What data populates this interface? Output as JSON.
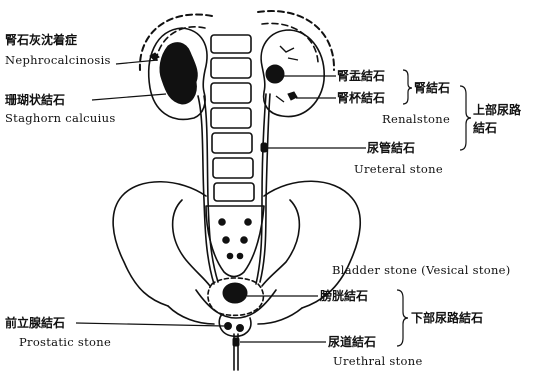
{
  "labels": {
    "nephrocalcinosis_cn": "腎石灰沈着症",
    "nephrocalcinosis_en": "Nephrocalcinosis",
    "staghorn_cn": "珊瑚状結石",
    "staghorn_en": "Staghorn calcuius",
    "pelvis_stone_cn": "腎盂結石",
    "calyx_stone_cn": "腎杯結石",
    "renal_stone_cn": "腎結石",
    "renal_stone_en": "Renalstone",
    "upper_tract_cn_1": "上部尿路",
    "upper_tract_cn_2": "結石",
    "ureteral_stone_cn": "尿管結石",
    "ureteral_stone_en": "Ureteral stone",
    "bladder_stone_en": "Bladder stone (Vesical stone)",
    "bladder_stone_cn": "膀胱結石",
    "lower_tract_cn": "下部尿路結石",
    "urethral_stone_cn": "尿道結石",
    "urethral_stone_en": "Urethral stone",
    "prostatic_stone_cn": "前立腺結石",
    "prostatic_stone_en": "Prostatic stone"
  },
  "colors": {
    "ink": "#111111",
    "background": "#ffffff"
  }
}
